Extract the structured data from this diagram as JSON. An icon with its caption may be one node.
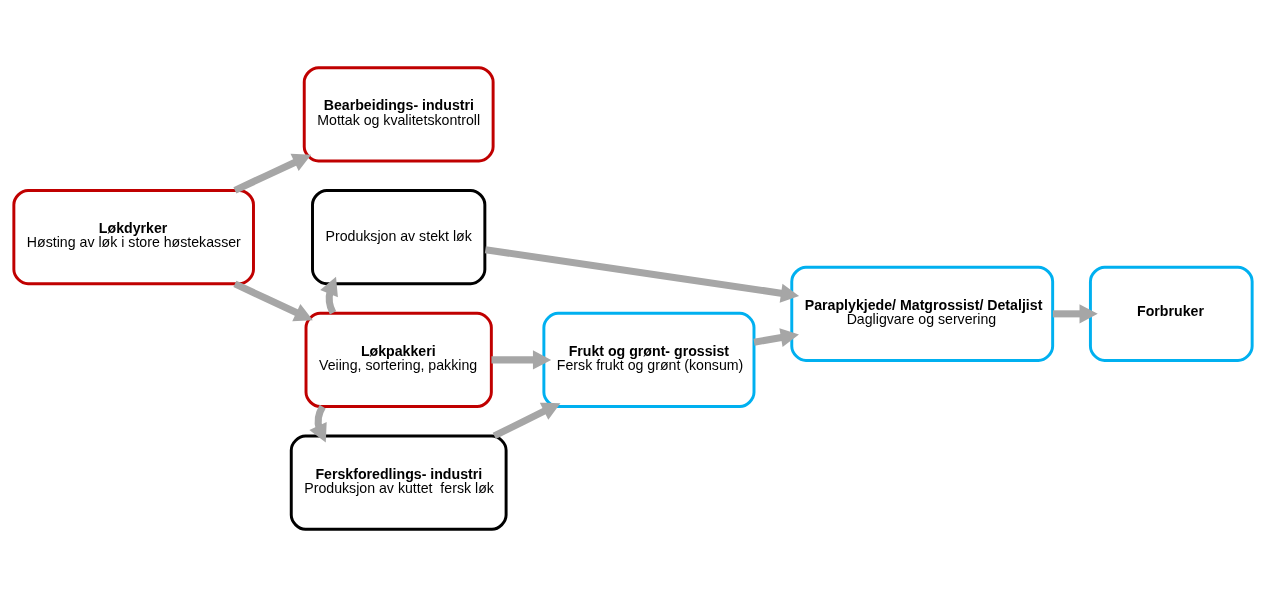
{
  "diagram": {
    "nodes": [
      {
        "text": [
          "Løkdyrker",
          "Høsting av løk i store høstekasser"
        ]
      },
      {
        "text": [
          "Bearbeidings- industri",
          "Mottak og kvalitetskontroll"
        ]
      },
      {
        "text": [
          "Produksjon av stekt løk"
        ]
      },
      {
        "text": [
          "Løkpakkeri",
          "Veiing, sortering, pakking"
        ]
      },
      {
        "text": [
          "Ferskforedlings- industri",
          "Produksjon av kuttet  fersk løk"
        ]
      },
      {
        "text": [
          "Frukt og grønt- grossist",
          "Fersk frukt og grønt (konsum)"
        ]
      },
      {
        "text": [
          "Paraplykjede/ Matgrossist/ Detaljist",
          "Dagligvare og servering"
        ]
      },
      {
        "text": [
          "Forbruker"
        ]
      }
    ],
    "edges": [
      {
        "from": 0,
        "to": 1,
        "arrow": "to"
      },
      {
        "from": 0,
        "to": 3,
        "arrow": "to"
      },
      {
        "from": 3,
        "to": 2,
        "arrow": "to"
      },
      {
        "from": 3,
        "to": 4,
        "arrow": "to"
      },
      {
        "from": 3,
        "to": 5,
        "arrow": "to"
      },
      {
        "from": 2,
        "to": 6,
        "arrow": "to"
      },
      {
        "from": 4,
        "to": 5,
        "arrow": "to"
      },
      {
        "from": 5,
        "to": 6,
        "arrow": "to"
      },
      {
        "from": 6,
        "to": 7,
        "arrow": "to"
      }
    ]
  }
}
